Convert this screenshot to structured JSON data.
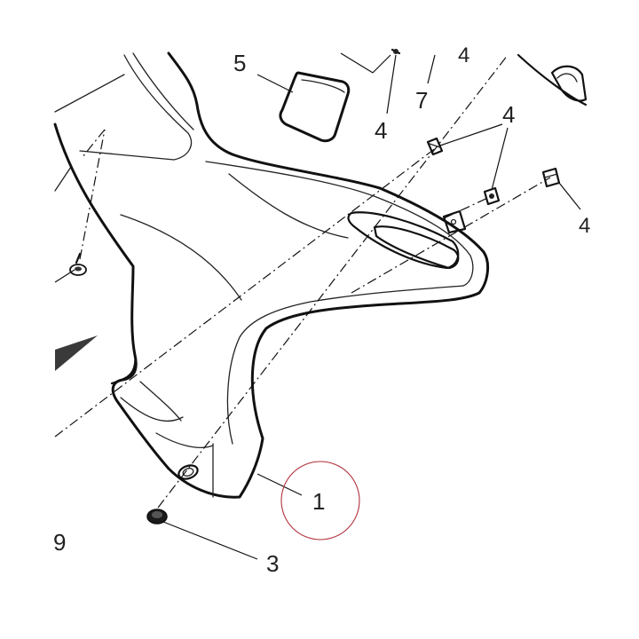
{
  "callouts": {
    "c1": "1",
    "c3": "3",
    "c4a": "4",
    "c4b": "4",
    "c4c": "4",
    "c4d": "4",
    "c5": "5",
    "c7": "7",
    "c9": "9"
  },
  "colors": {
    "line": "#111111",
    "highlight_circle": "#b0303a",
    "background": "#ffffff"
  }
}
